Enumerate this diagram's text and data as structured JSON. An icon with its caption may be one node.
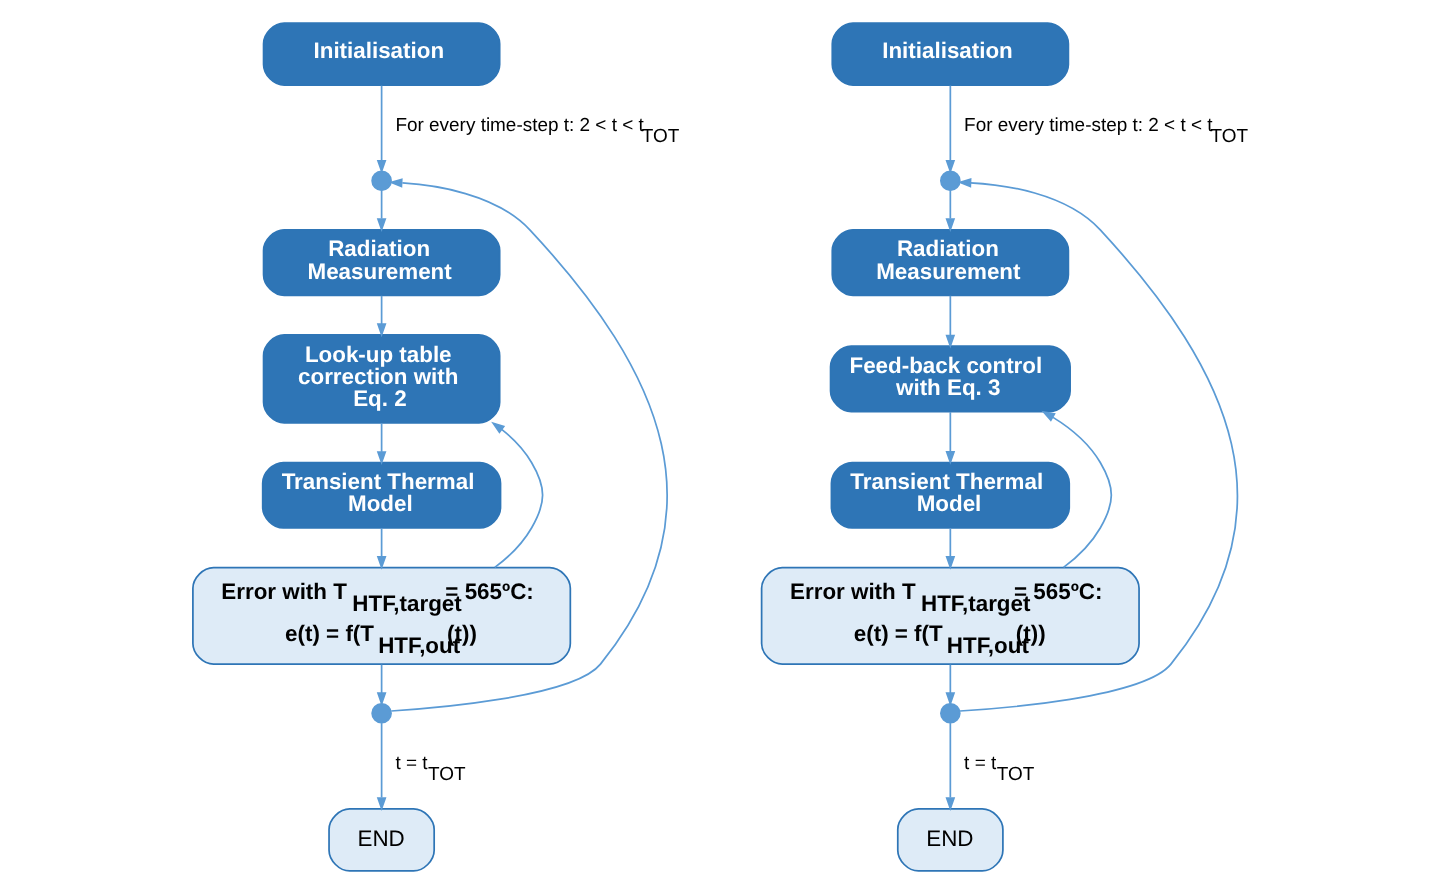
{
  "diagram": {
    "nodes": [
      {
        "text": [
          "Initialisation"
        ]
      },
      {
        "text": [],
        "shape": "circle"
      },
      {
        "text": [
          "Radiation Measurement"
        ]
      },
      {
        "text": [
          "Look-up table correction with Eq. 2"
        ]
      },
      {
        "text": [
          "Transient Thermal Model"
        ]
      },
      {
        "text": [
          "Error with T$_{HTF,target}$ = 565ºC:",
          "e(t) = f(T$_{HTF,out}$(t))"
        ]
      },
      {
        "text": [],
        "shape": "circle"
      },
      {
        "text": [
          "END"
        ]
      },
      {
        "text": [
          "Initialisation"
        ]
      },
      {
        "text": [],
        "shape": "circle"
      },
      {
        "text": [
          "Radiation Measurement"
        ]
      },
      {
        "text": [
          "Feed-back control with Eq. 3"
        ]
      },
      {
        "text": [
          "Transient Thermal Model"
        ]
      },
      {
        "text": [
          "Error with T$_{HTF,target}$ = 565ºC:",
          "e(t) = f(T$_{HTF,out}$(t))"
        ]
      },
      {
        "text": [],
        "shape": "circle"
      },
      {
        "text": [
          "END"
        ]
      }
    ],
    "edges": [
      {
        "from": 0,
        "to": 1,
        "arrow": "to",
        "label": "For every time-step t: 2 < t < t$_{TOT}$"
      },
      {
        "from": 1,
        "to": 2,
        "arrow": "to"
      },
      {
        "from": 2,
        "to": 3,
        "arrow": "to"
      },
      {
        "from": 3,
        "to": 4,
        "arrow": "to"
      },
      {
        "from": 4,
        "to": 5,
        "arrow": "to"
      },
      {
        "from": 5,
        "to": 6,
        "arrow": "to"
      },
      {
        "from": 6,
        "to": 7,
        "arrow": "to",
        "label": "t = t$_{TOT}$"
      },
      {
        "from": 5,
        "to": 3,
        "arrow": "to"
      },
      {
        "from": 6,
        "to": 1,
        "arrow": "to"
      },
      {
        "from": 8,
        "to": 9,
        "arrow": "to",
        "label": "For every time-step t: 2 < t < t$_{TOT}$"
      },
      {
        "from": 9,
        "to": 10,
        "arrow": "to"
      },
      {
        "from": 10,
        "to": 11,
        "arrow": "to"
      },
      {
        "from": 11,
        "to": 12,
        "arrow": "to"
      },
      {
        "from": 12,
        "to": 13,
        "arrow": "to"
      },
      {
        "from": 13,
        "to": 14,
        "arrow": "to"
      },
      {
        "from": 14,
        "to": 15,
        "arrow": "to",
        "label": "t = t$_{TOT}$"
      },
      {
        "from": 13,
        "to": 11,
        "arrow": "to"
      },
      {
        "from": 14,
        "to": 9,
        "arrow": "to"
      }
    ]
  }
}
